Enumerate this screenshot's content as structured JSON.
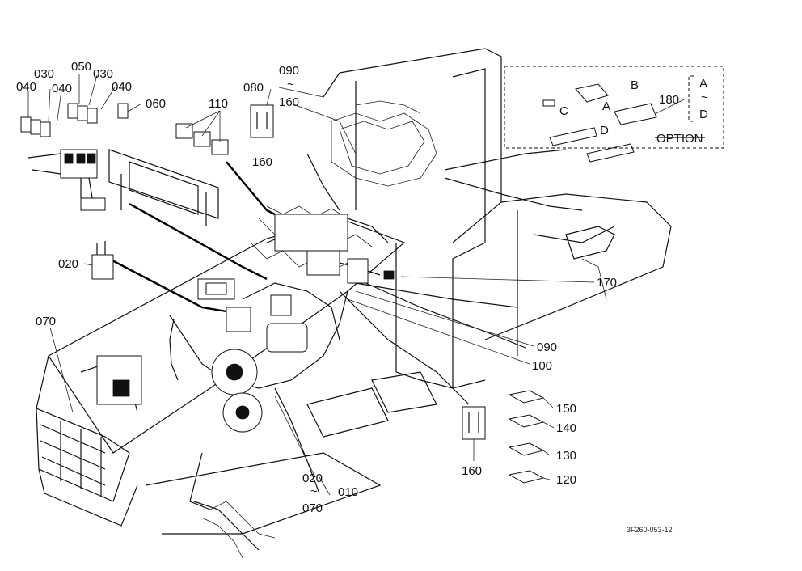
{
  "labels": {
    "l030a": "030",
    "l050": "050",
    "l030b": "030",
    "l040a": "040",
    "l040b": "040",
    "l040c": "040",
    "l060": "060",
    "l110": "110",
    "l080": "080",
    "l090top": "090",
    "l160top": "160",
    "l160side": "160",
    "l020": "020",
    "l070": "070",
    "l170": "170",
    "l090": "090",
    "l100": "100",
    "l150": "150",
    "l140": "140",
    "l130": "130",
    "l120": "120",
    "l160bottom": "160",
    "l020b": "020",
    "l010": "010",
    "l070b": "070",
    "l180": "180",
    "option": "OPTION",
    "optA": "A",
    "optD": "D",
    "connA": "A",
    "connB": "B",
    "connC": "C",
    "connD": "D",
    "tilde1": "~",
    "tilde2": "~",
    "tilde3": "~",
    "figure_code": "3F260-053-12"
  }
}
